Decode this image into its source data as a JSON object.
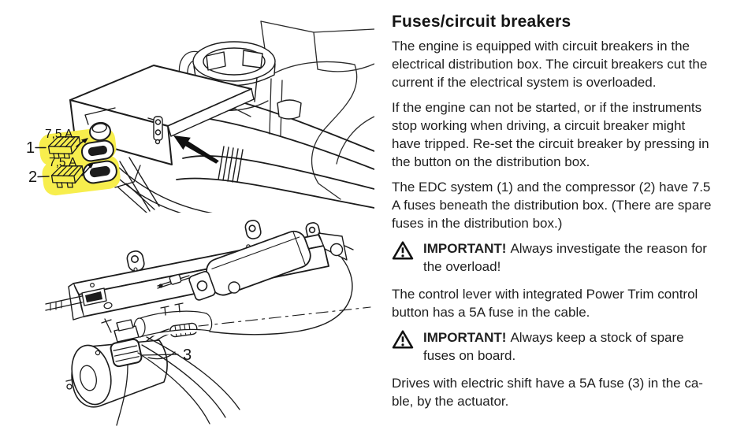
{
  "article": {
    "title": "Fuses/circuit breakers",
    "p1": "The engine is equipped with circuit breakers in the\nelectrical distribution box. The circuit breakers cut the\ncurrent if the electrical system is overloaded.",
    "p2": "If the engine can not be started, or if the instruments\nstop working when driving, a circuit breaker might\nhave tripped. Re-set the circuit breaker by pressing in\nthe button on the distribution box.",
    "p3": "The EDC system (1) and the compressor (2) have 7.5\nA fuses beneath the distribution box. (There are spare\nfuses in the distribution box.)",
    "important1": {
      "label": "IMPORTANT!",
      "text": "Always investigate the reason for\nthe overload!"
    },
    "p4": "The control lever with integrated Power Trim control\nbutton has a 5A fuse in the cable.",
    "important2": {
      "label": "IMPORTANT!",
      "text": "Always keep a stock of spare\nfuses on board."
    },
    "p5": "Drives with electric shift have a 5A fuse (3) in the ca-\nble, by the actuator."
  },
  "figures": {
    "distribution_box": {
      "fuse1_label": "7,5 A",
      "fuse2_label": "7,5 A",
      "callout1": "1",
      "callout2": "2",
      "highlight_color": "#f7ee4d"
    },
    "actuator": {
      "callout3": "3"
    }
  }
}
